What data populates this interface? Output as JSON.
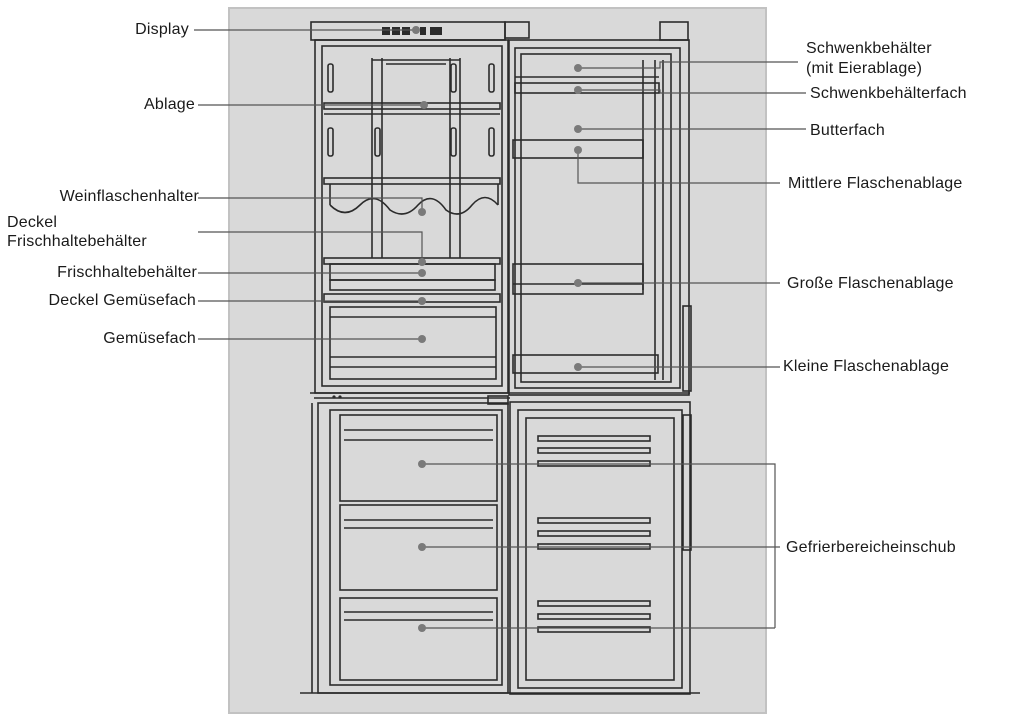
{
  "labels": {
    "display": "Display",
    "ablage": "Ablage",
    "weinflaschenhalter": "Weinflaschenhalter",
    "deckel_frisch_1": "Deckel",
    "deckel_frisch_2": "Frischhaltebehälter",
    "frischhaltebehaelter": "Frischhaltebehälter",
    "deckel_gemuesefach": "Deckel Gemüsefach",
    "gemuesefach": "Gemüsefach",
    "schwenk_1": "Schwenkbehälter",
    "schwenk_2": "(mit Eierablage)",
    "schwenkfach": "Schwenkbehälterfach",
    "butterfach": "Butterfach",
    "mittlere": "Mittlere Flaschenablage",
    "grosse": "Große Flaschenablage",
    "kleine": "Kleine Flaschenablage",
    "gefrier": "Gefrierbereicheinschub"
  },
  "colors": {
    "frame_border": "#c8c8c8",
    "panel_bg": "#d9d9d9",
    "fridge_line": "#2b2b2b",
    "leader_line": "#555555",
    "dot": "#7a7a7a"
  }
}
